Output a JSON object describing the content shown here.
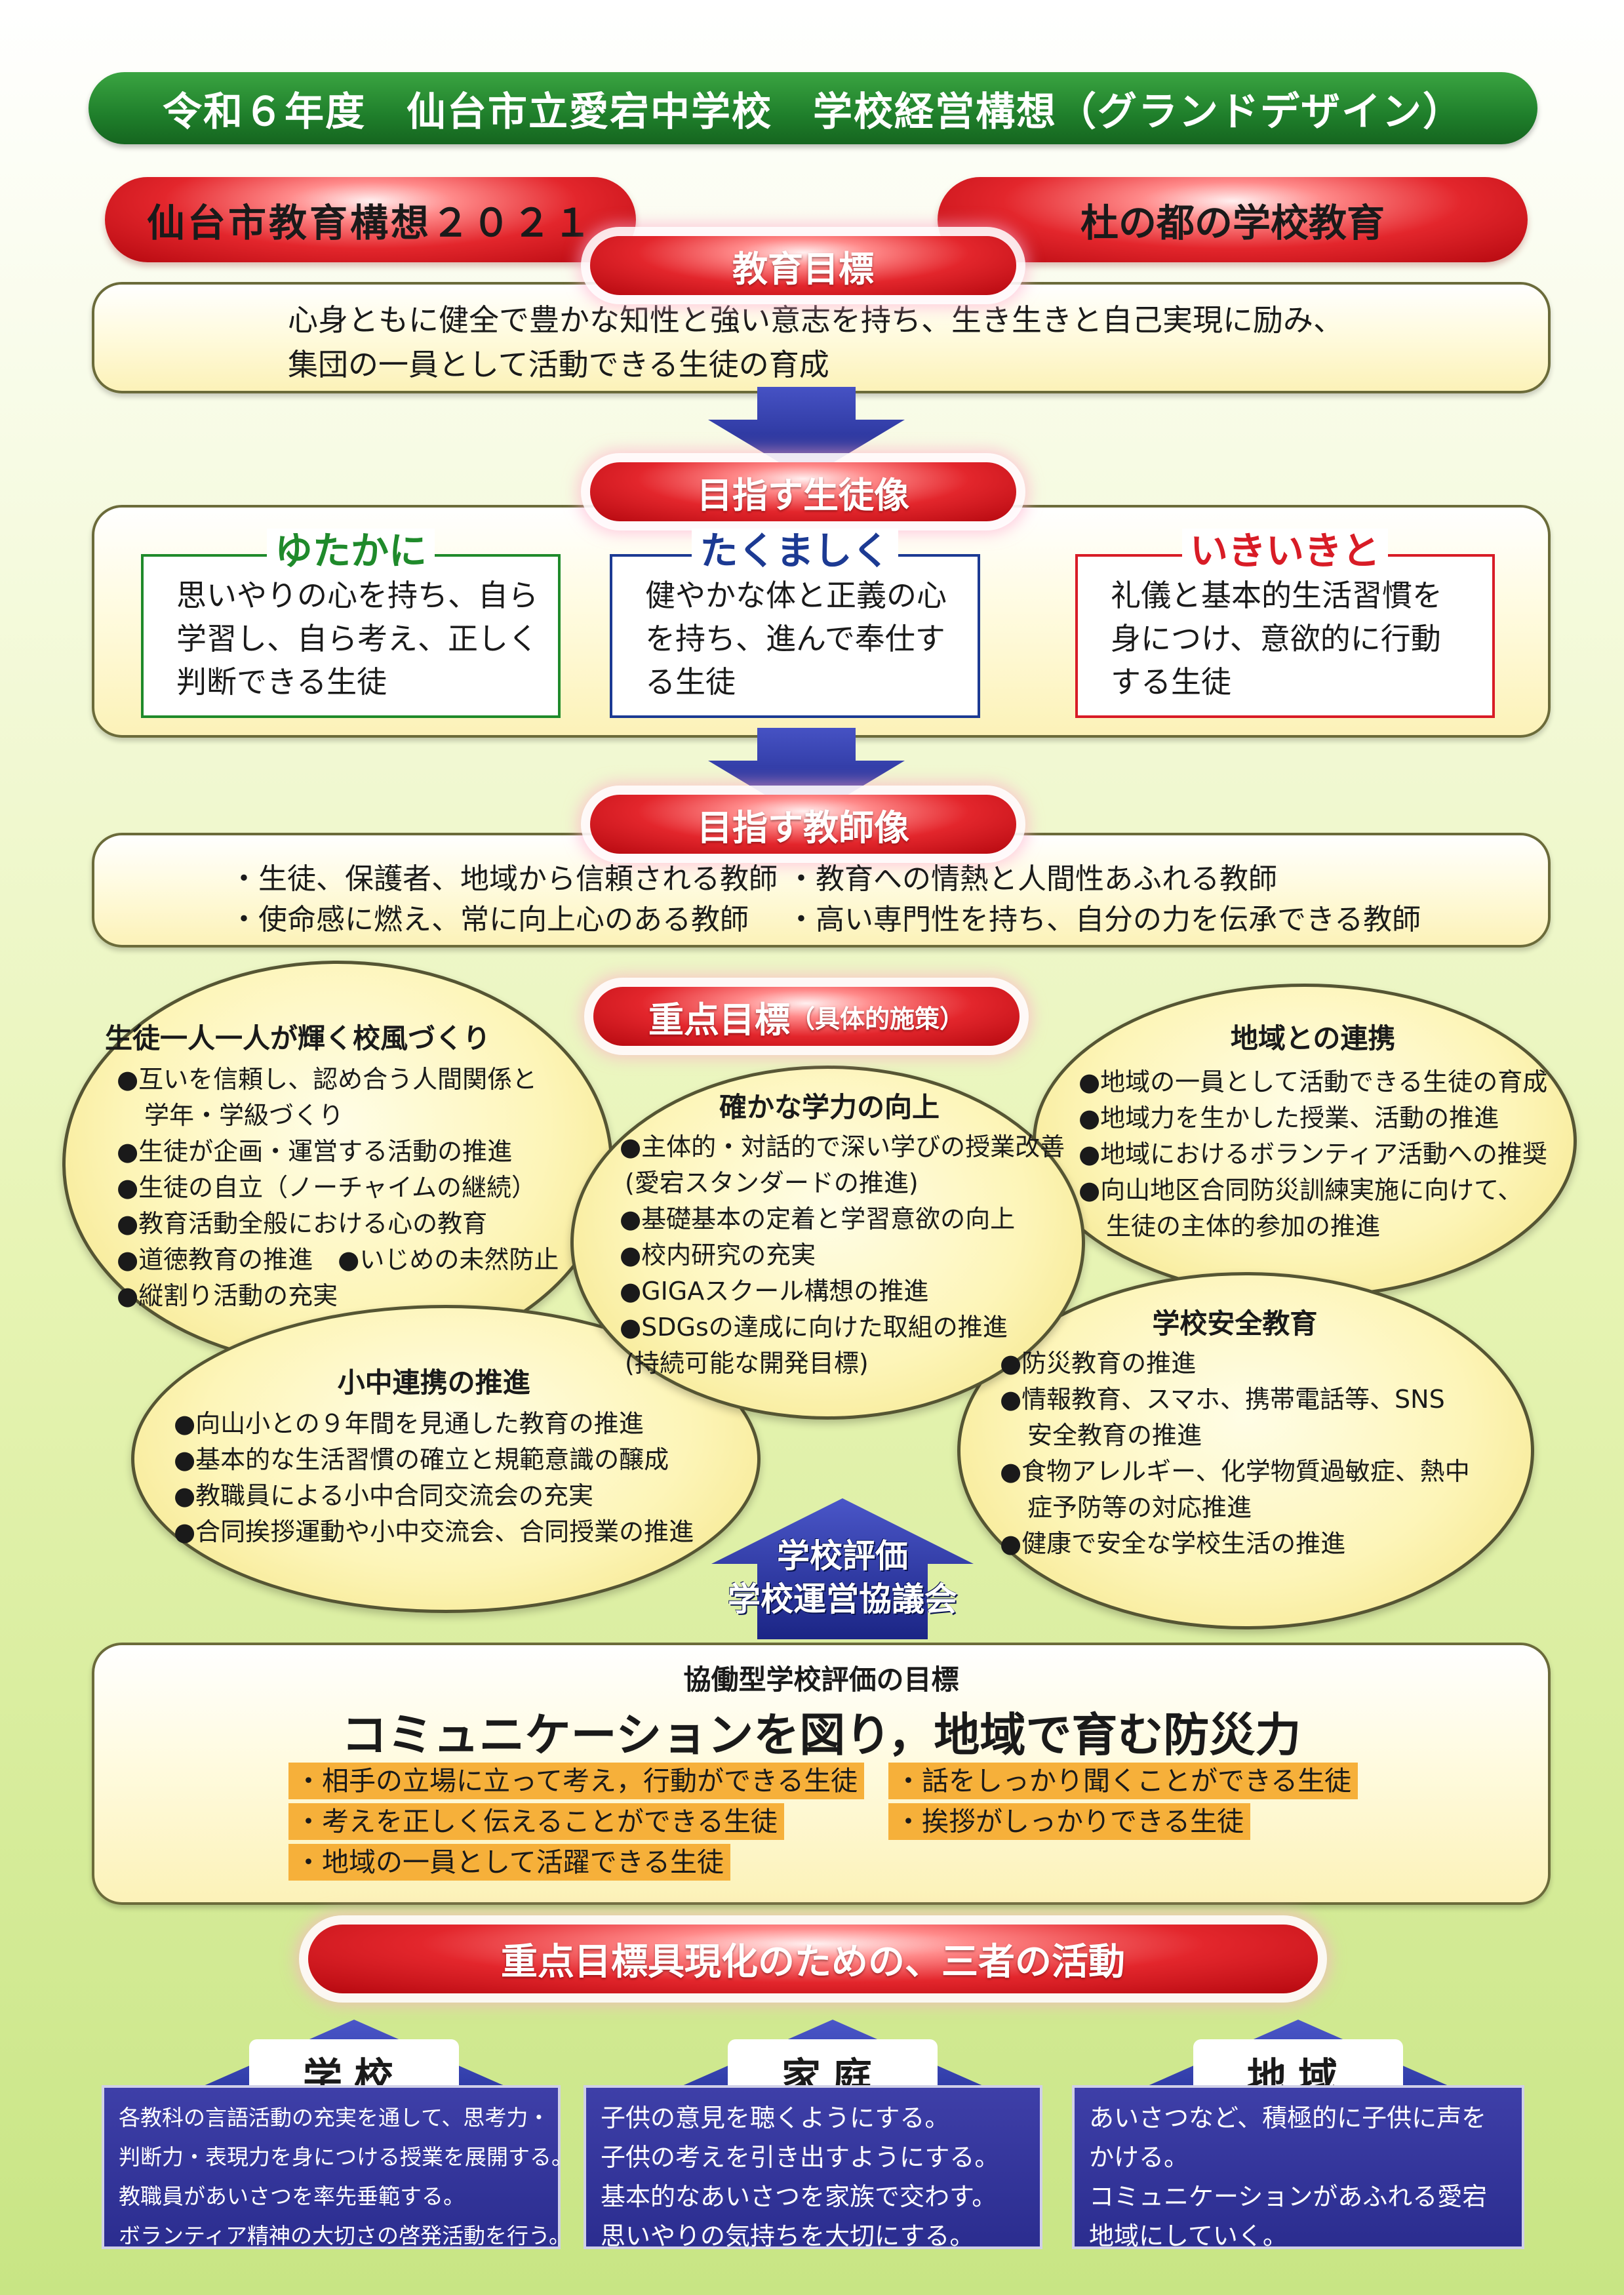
{
  "title": "令和６年度　仙台市立愛宕中学校　学校経営構想（グランドデザイン）",
  "top_banners": {
    "left": "仙台市教育構想２０２１",
    "right": "杜の都の学校教育"
  },
  "education_goal": {
    "label": "教育目標",
    "lines": [
      "心身ともに健全で豊かな知性と強い意志を持ち、生き生きと自己実現に励み、",
      "集団の一員として活動できる生徒の育成"
    ]
  },
  "student_image": {
    "label": "目指す生徒像",
    "types": [
      {
        "title": "ゆたかに",
        "color": "#1f8a2b",
        "lines": [
          "思いやりの心を持ち、自ら",
          "学習し、自ら考え、正しく",
          "判断できる生徒"
        ]
      },
      {
        "title": "たくましく",
        "color": "#1c3a93",
        "lines": [
          "健やかな体と正義の心",
          "を持ち、進んで奉仕す",
          "る生徒"
        ]
      },
      {
        "title": "いきいきと",
        "color": "#d81c26",
        "lines": [
          "礼儀と基本的生活習慣を",
          "身につけ、意欲的に行動",
          "する生徒"
        ]
      }
    ]
  },
  "teacher_image": {
    "label": "目指す教師像",
    "items": [
      "・生徒、保護者、地域から信頼される教師",
      "・教育への情熱と人間性あふれる教師",
      "・使命感に燃え、常に向上心のある教師",
      "・高い専門性を持ち、自分の力を伝承できる教師"
    ]
  },
  "priority_goals": {
    "label_main": "重点目標",
    "label_sub": "（具体的施策）",
    "school_culture": {
      "title": "生徒一人一人が輝く校風づくり",
      "items": [
        "●互いを信頼し、認め合う人間関係と",
        "学年・学級づくり",
        "●生徒が企画・運営する活動の推進",
        "●生徒の自立（ノーチャイムの継続）",
        "●教育活動全般における心の教育",
        "●道徳教育の推進　●いじめの未然防止",
        "●縦割り活動の充実"
      ]
    },
    "academic": {
      "title": "確かな学力の向上",
      "items": [
        "●主体的・対話的で深い学びの授業改善",
        "(愛宕スタンダードの推進)",
        "●基礎基本の定着と学習意欲の向上",
        "●校内研究の充実",
        "●GIGAスクール構想の推進",
        "●SDGsの達成に向けた取組の推進",
        "(持続可能な開発目標)"
      ]
    },
    "community": {
      "title": "地域との連携",
      "items": [
        "●地域の一員として活動できる生徒の育成",
        "●地域力を生かした授業、活動の推進",
        "●地域におけるボランティア活動への推奨",
        "●向山地区合同防災訓練実施に向けて、",
        "生徒の主体的参加の推進"
      ]
    },
    "elementary": {
      "title": "小中連携の推進",
      "items": [
        "●向山小との９年間を見通した教育の推進",
        "●基本的な生活習慣の確立と規範意識の醸成",
        "●教職員による小中合同交流会の充実",
        "●合同挨拶運動や小中交流会、合同授業の推進"
      ]
    },
    "safety": {
      "title": "学校安全教育",
      "items": [
        "●防災教育の推進",
        "●情報教育、スマホ、携帯電話等、SNS",
        "安全教育の推進",
        "●食物アレルギー、化学物質過敏症、熱中",
        "症予防等の対応推進",
        "●健康で安全な学校生活の推進"
      ]
    }
  },
  "evaluation_arrow": [
    "学校評価",
    "学校運営協議会"
  ],
  "collab_eval": {
    "subtitle": "協働型学校評価の目標",
    "headline": "コミュニケーションを図り，地域で育む防災力",
    "items": [
      "・相手の立場に立って考え，行動ができる生徒",
      "・話をしっかり聞くことができる生徒",
      "・考えを正しく伝えることができる生徒",
      "・挨拶がしっかりできる生徒",
      "・地域の一員として活躍できる生徒"
    ]
  },
  "three_party": {
    "label": "重点目標具現化のための、三者の活動",
    "school": {
      "label": "学校",
      "lines": [
        "各教科の言語活動の充実を通して、思考力・",
        "判断力・表現力を身につける授業を展開する。",
        "教職員があいさつを率先垂範する。",
        "ボランティア精神の大切さの啓発活動を行う。"
      ]
    },
    "home": {
      "label": "家庭",
      "lines": [
        "子供の意見を聴くようにする。",
        "子供の考えを引き出すようにする。",
        "基本的なあいさつを家族で交わす。",
        "思いやりの気持ちを大切にする。"
      ]
    },
    "region": {
      "label": "地域",
      "lines": [
        "あいさつなど、積極的に子供に声を",
        "かける。",
        "コミュニケーションがあふれる愛宕",
        "地域にしていく。"
      ]
    }
  },
  "colors": {
    "title_green": "#1f7f2b",
    "banner_red": "#e3262c",
    "arrow_blue": "#2a36a0",
    "orange_highlight": "#f6b03a",
    "activity_blue": "#2b2d8f"
  }
}
